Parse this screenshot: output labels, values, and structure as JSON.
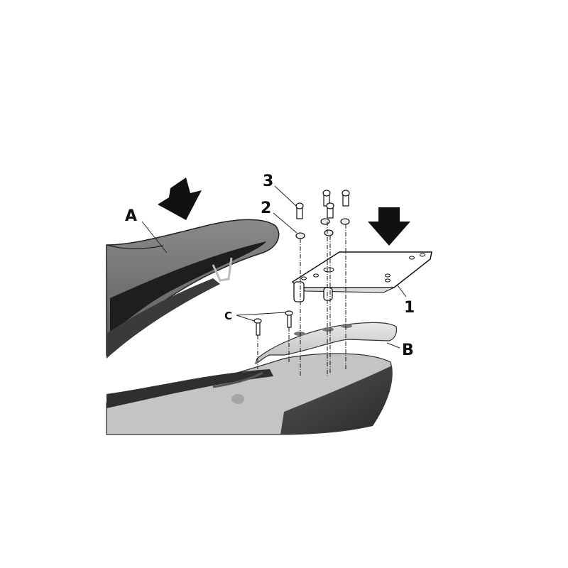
{
  "diagram": {
    "type": "exploded-assembly",
    "labels": {
      "part_A": "A",
      "part_B": "B",
      "part_C": "C",
      "part_1": "1",
      "part_2": "2",
      "part_3": "3"
    },
    "parts": [
      {
        "id": "A",
        "description": "rider seat"
      },
      {
        "id": "B",
        "description": "rear grab rail / cover"
      },
      {
        "id": "C",
        "description": "screws (2)"
      },
      {
        "id": "1",
        "description": "top case mounting plate"
      },
      {
        "id": "2",
        "description": "washers"
      },
      {
        "id": "3",
        "description": "bolts"
      }
    ],
    "colors": {
      "background": "#ffffff",
      "seat": "#6e6e6e",
      "seat_dark": "#2a2a2a",
      "body_light": "#b9b9b9",
      "tail_dark": "#3a3a3a",
      "plate": "#ffffff",
      "outline": "#111111",
      "arrow": "#111111"
    }
  }
}
